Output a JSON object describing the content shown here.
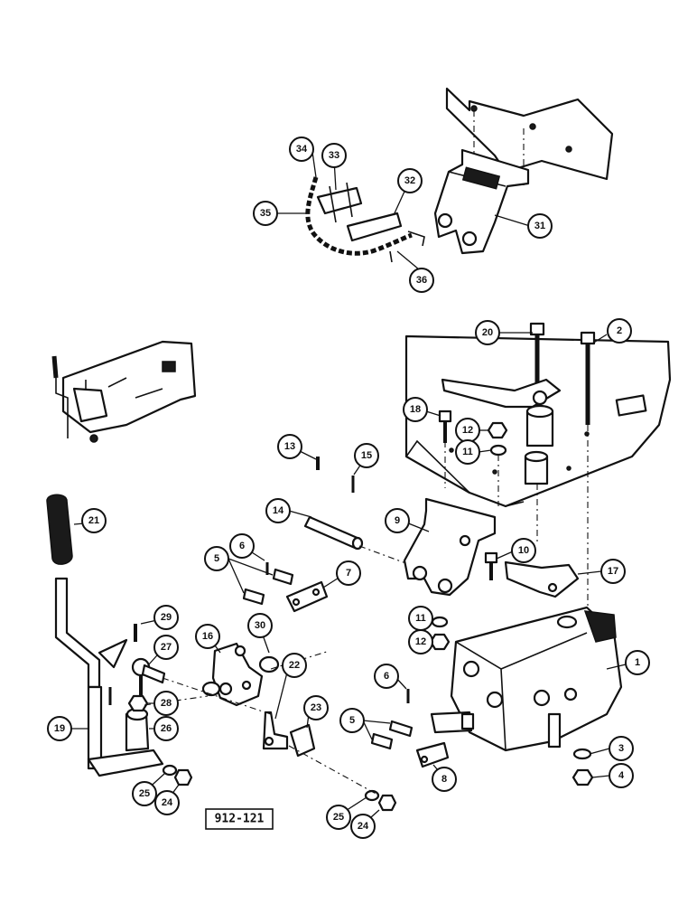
{
  "figure_id": "912-121",
  "callouts": {
    "c1": "1",
    "c2": "2",
    "c3": "3",
    "c4": "4",
    "c5a": "5",
    "c5b": "5",
    "c6a": "6",
    "c6b": "6",
    "c7": "7",
    "c8": "8",
    "c9": "9",
    "c10": "10",
    "c11a": "11",
    "c11b": "11",
    "c12a": "12",
    "c12b": "12",
    "c13": "13",
    "c14": "14",
    "c15": "15",
    "c16": "16",
    "c17": "17",
    "c18": "18",
    "c19": "19",
    "c20": "20",
    "c21": "21",
    "c22": "22",
    "c23": "23",
    "c24a": "24",
    "c24b": "24",
    "c25a": "25",
    "c25b": "25",
    "c26": "26",
    "c27": "27",
    "c28": "28",
    "c29": "29",
    "c30": "30",
    "c31": "31",
    "c32": "32",
    "c33": "33",
    "c34": "34",
    "c35": "35",
    "c36": "36"
  }
}
